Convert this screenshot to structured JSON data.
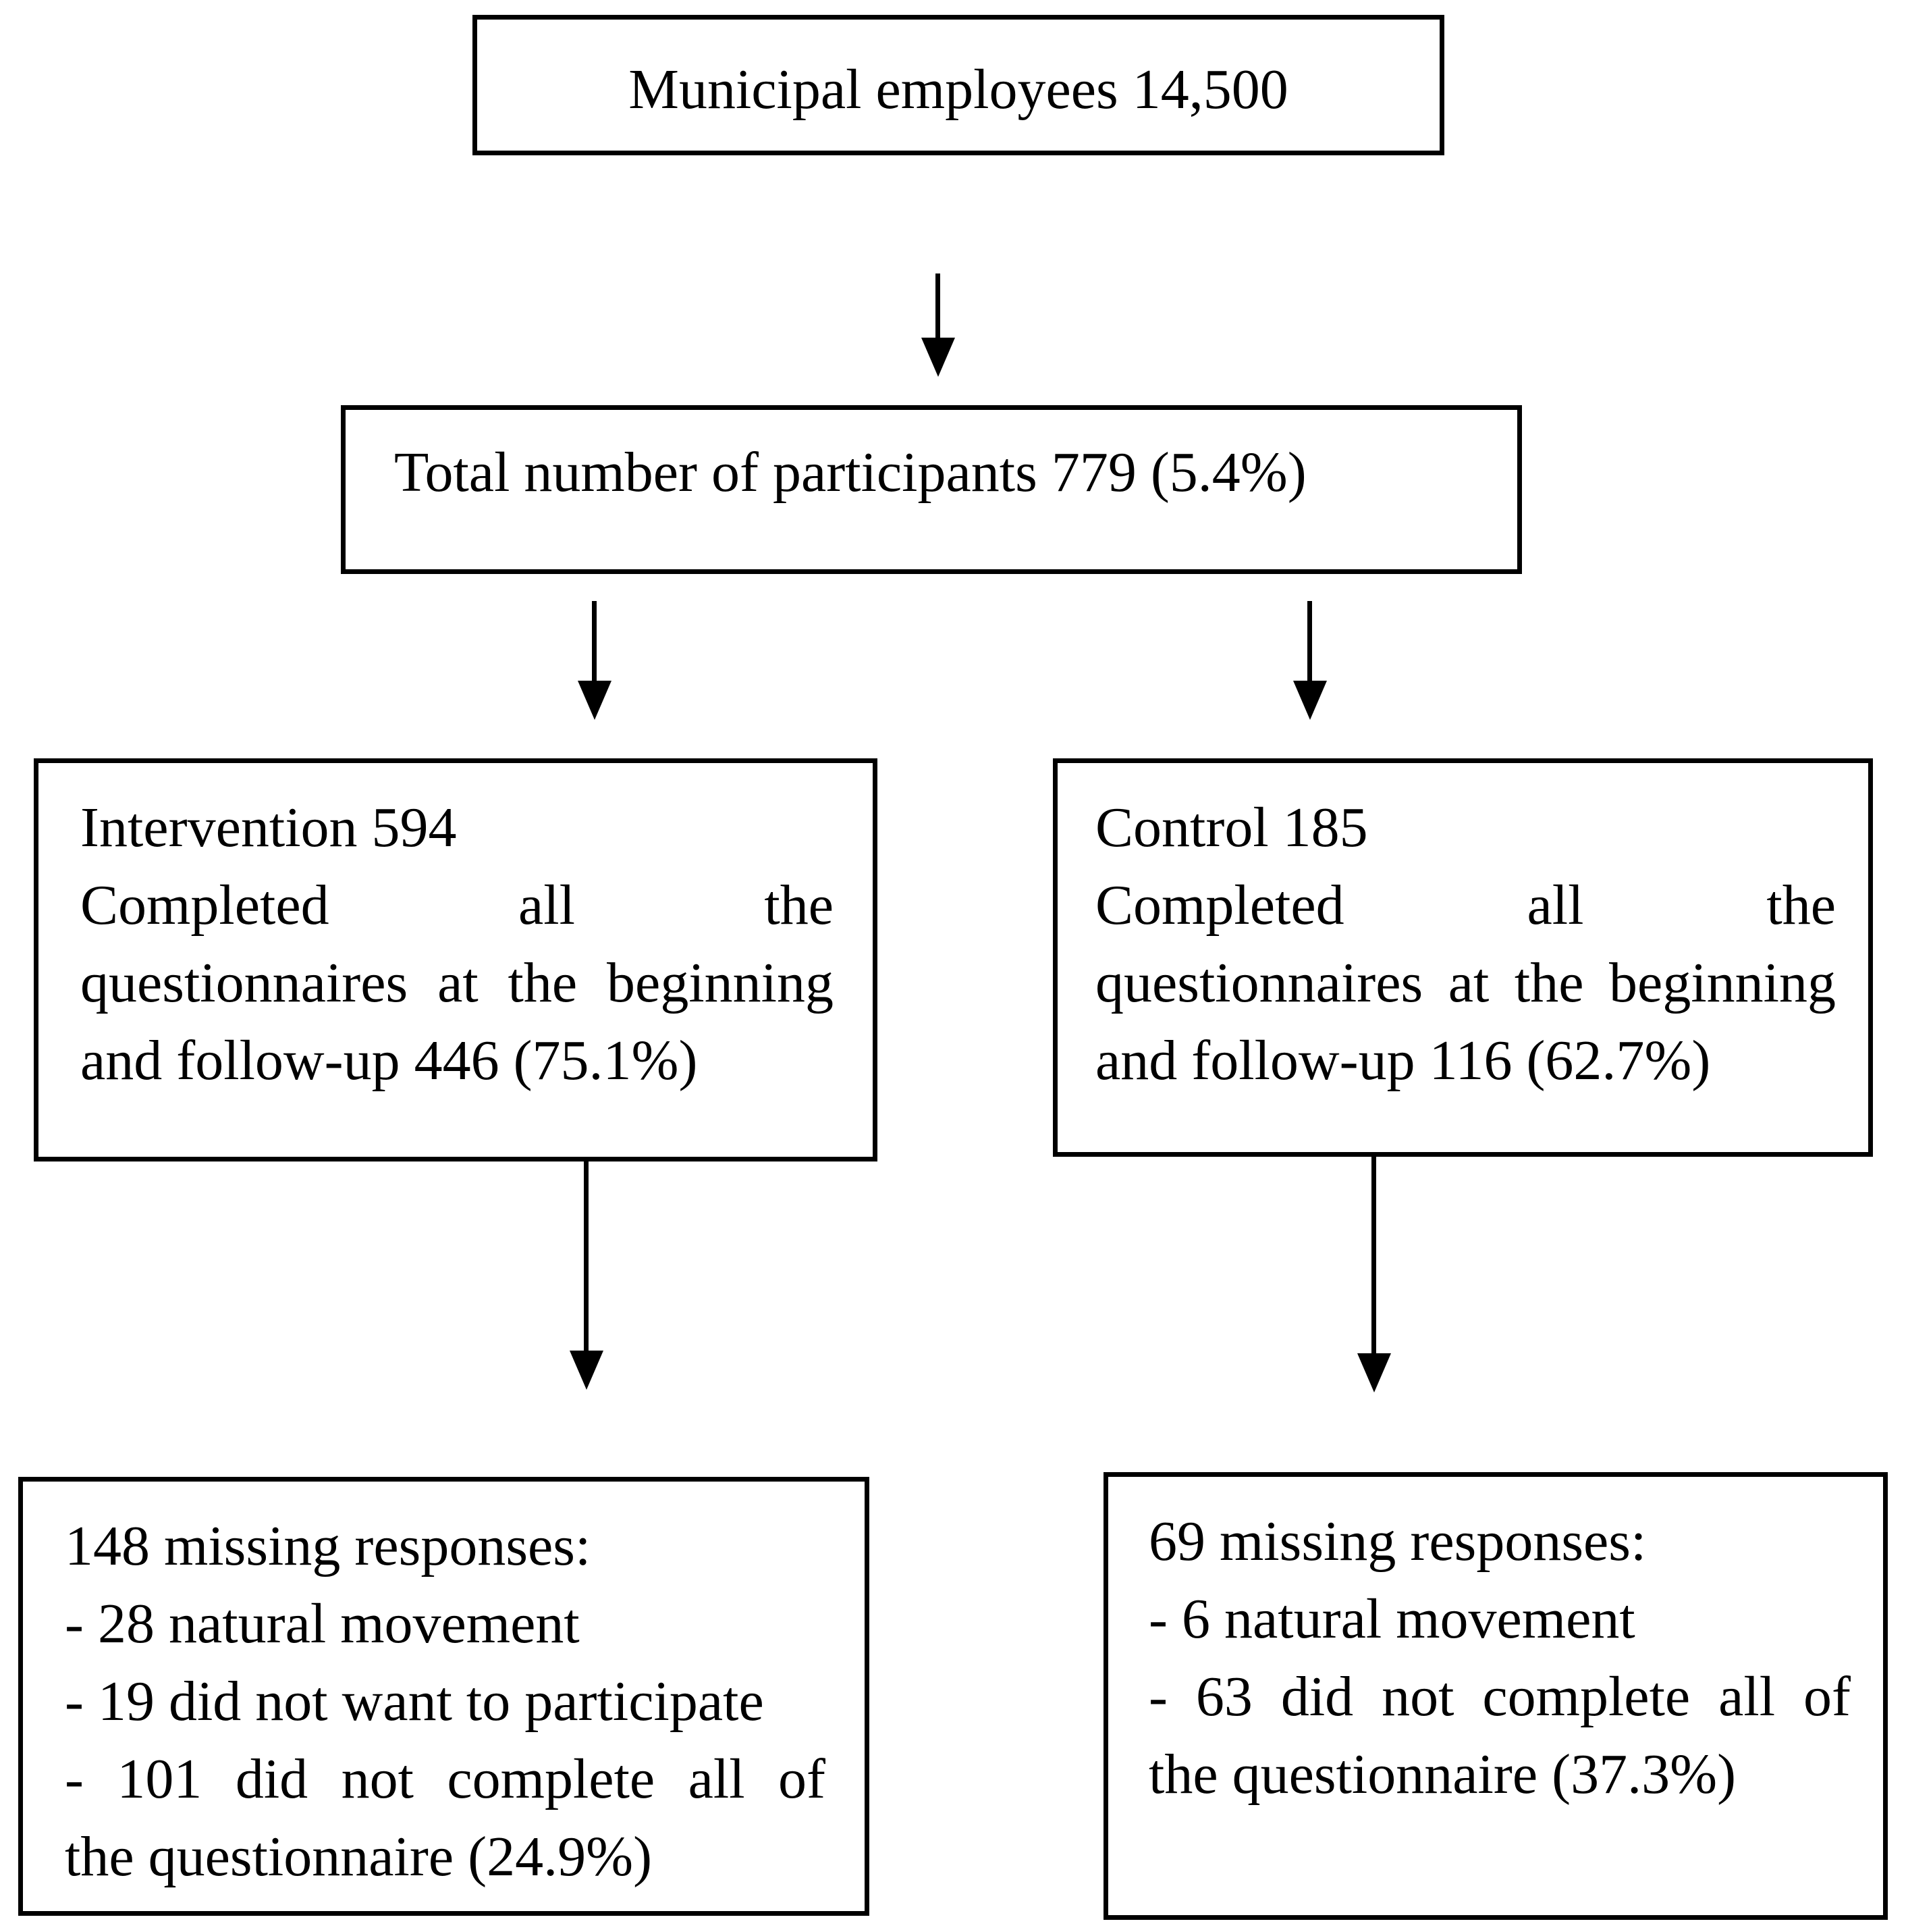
{
  "colors": {
    "background": "#ffffff",
    "line": "#000000",
    "text": "#000000"
  },
  "nodes": {
    "municipal": {
      "text": "Municipal employees 14,500"
    },
    "total": {
      "text": "Total number of participants 779 (5.4%)"
    },
    "intervention": {
      "lines": [
        "Intervention 594",
        "Completed all the",
        "questionnaires at the beginning",
        "and follow-up 446 (75.1%)"
      ]
    },
    "control": {
      "lines": [
        "Control 185",
        "Completed all the",
        "questionnaires at the beginning",
        "and follow-up 116 (62.7%)"
      ]
    },
    "intervention_missing": {
      "lines": [
        "148 missing responses:",
        "- 28 natural movement",
        "- 19 did not want to participate",
        "- 101 did not complete all of",
        "the questionnaire (24.9%)"
      ]
    },
    "control_missing": {
      "lines": [
        "69 missing responses:",
        "- 6 natural movement",
        "- 63 did not complete all of",
        "the questionnaire (37.3%)"
      ]
    }
  }
}
